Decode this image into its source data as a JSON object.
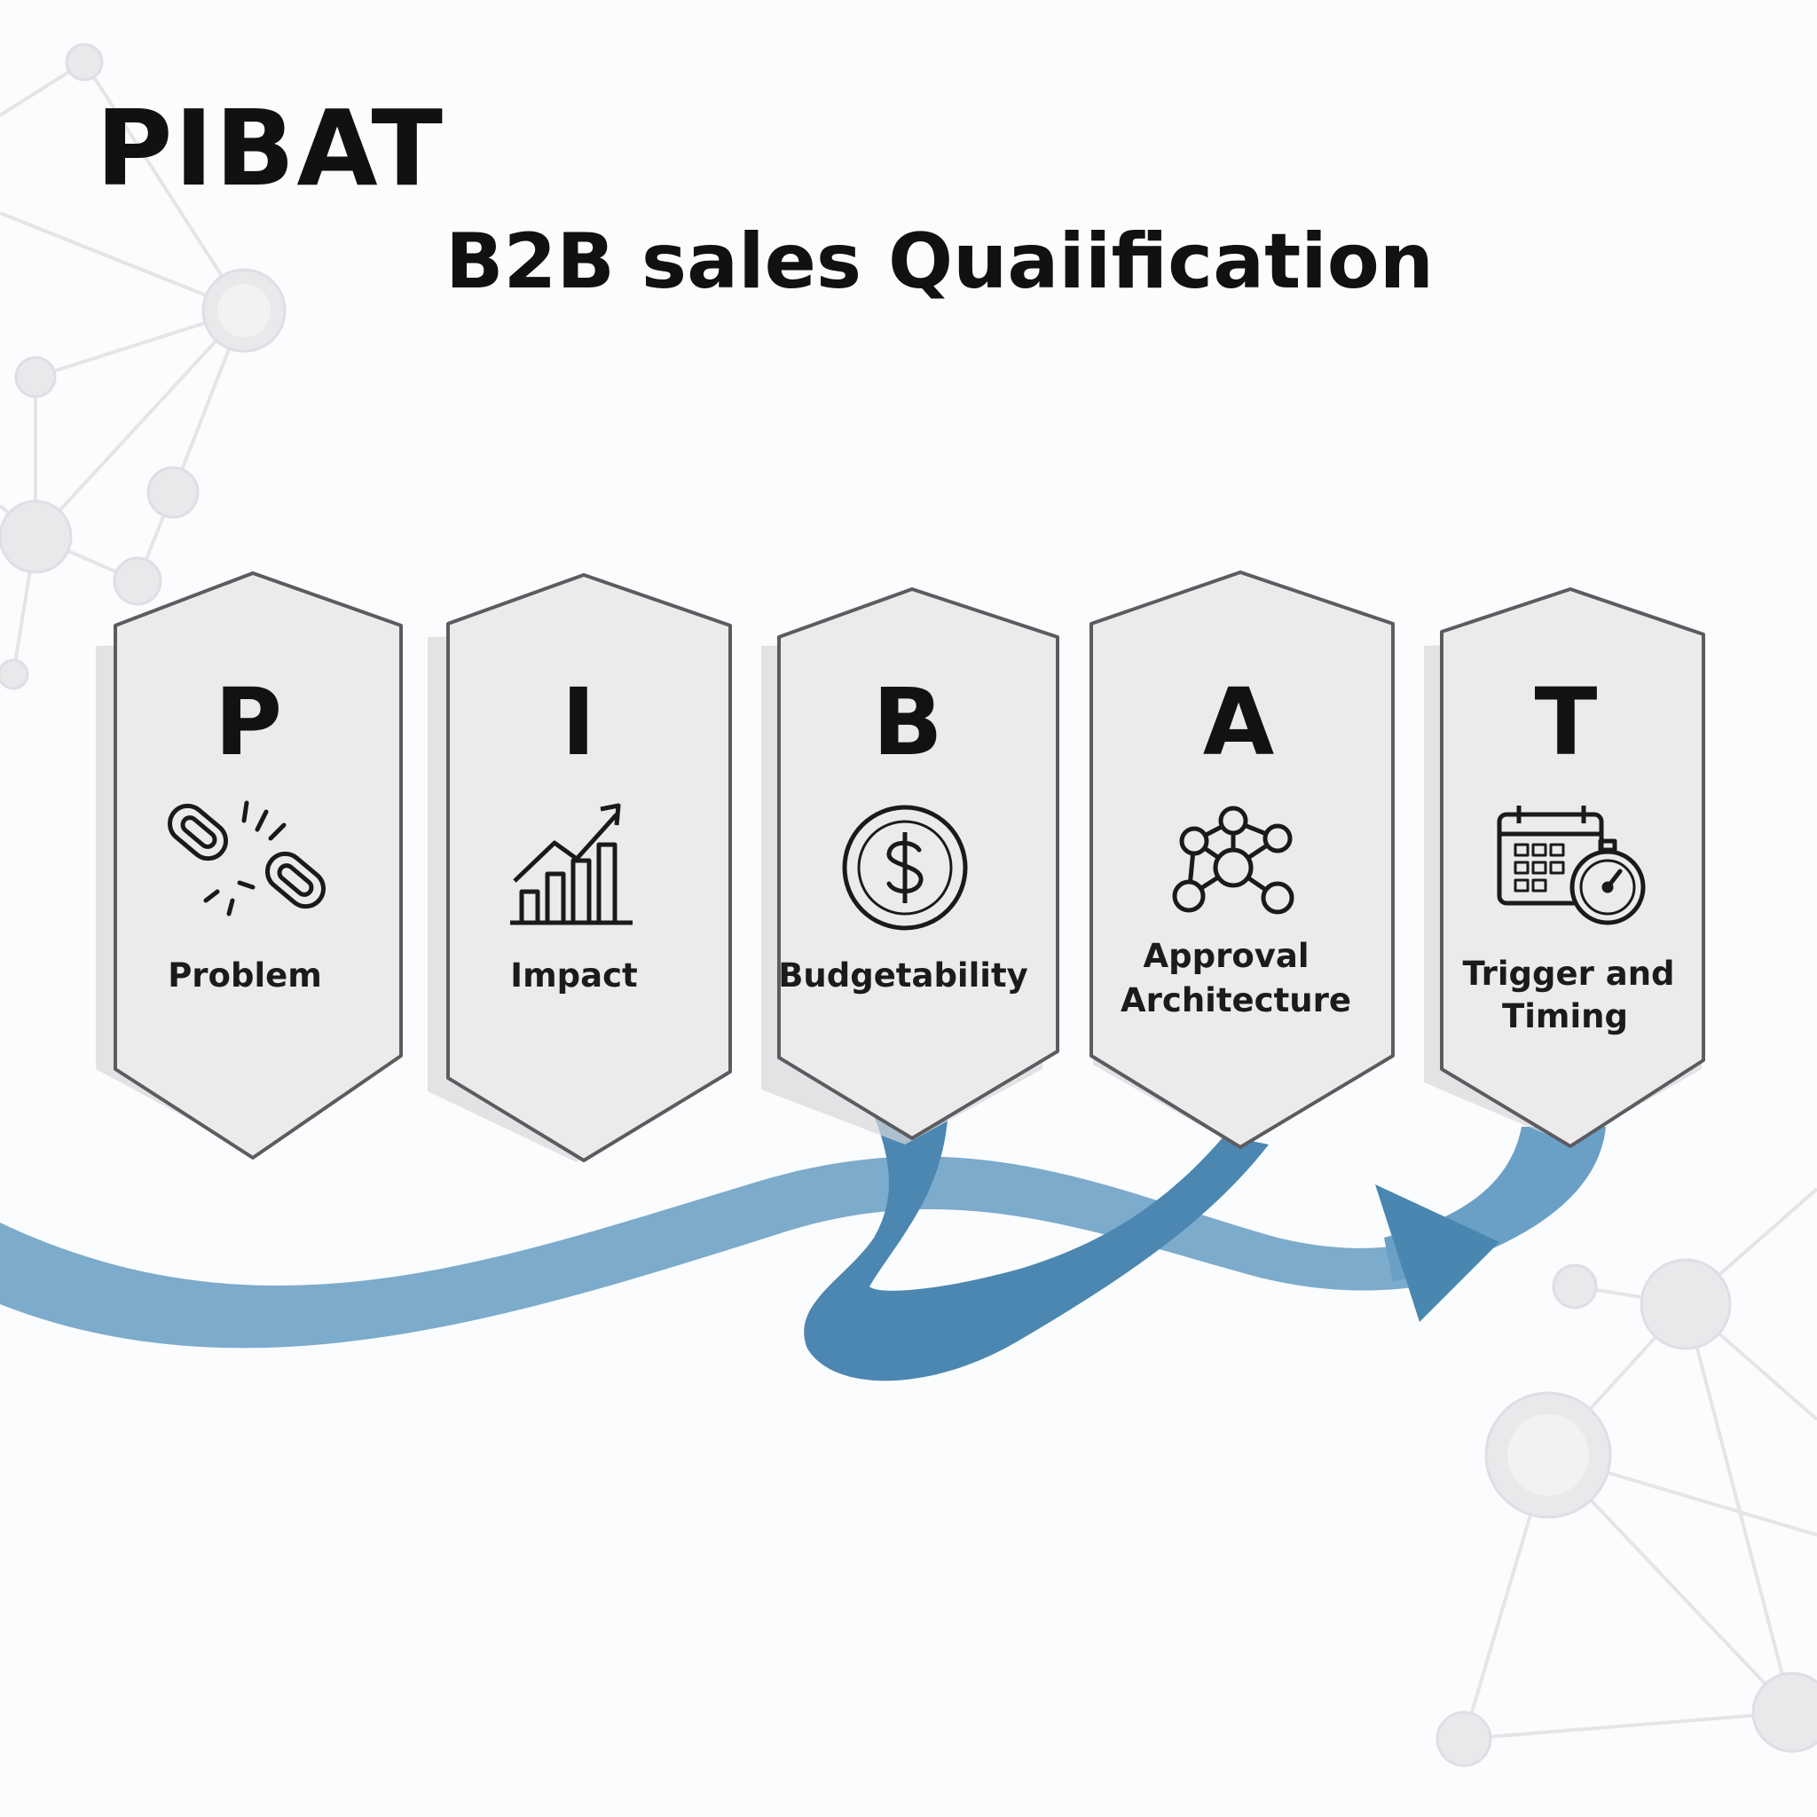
{
  "title": "PIBAT",
  "subtitle": "B2B sales Quaiification",
  "steps": [
    {
      "letter": "P",
      "label_lines": [
        "Problem"
      ],
      "icon": "broken-chain-icon"
    },
    {
      "letter": "I",
      "label_lines": [
        "Impact"
      ],
      "icon": "rising-bar-chart-icon"
    },
    {
      "letter": "B",
      "label_lines": [
        "Budgetability"
      ],
      "icon": "dollar-coin-icon"
    },
    {
      "letter": "A",
      "label_lines": [
        "Approval",
        "Architecture"
      ],
      "icon": "network-nodes-icon"
    },
    {
      "letter": "T",
      "label_lines": [
        "Trigger and",
        "Timing"
      ],
      "icon": "calendar-stopwatch-icon"
    }
  ],
  "colors": {
    "ribbon": "#6fa3c7",
    "ribbon_dark": "#4a87b0",
    "card_fill": "#ebebeb",
    "card_stroke": "#5c5c60",
    "network_bg": "#e4e5e7",
    "text": "#111111"
  }
}
